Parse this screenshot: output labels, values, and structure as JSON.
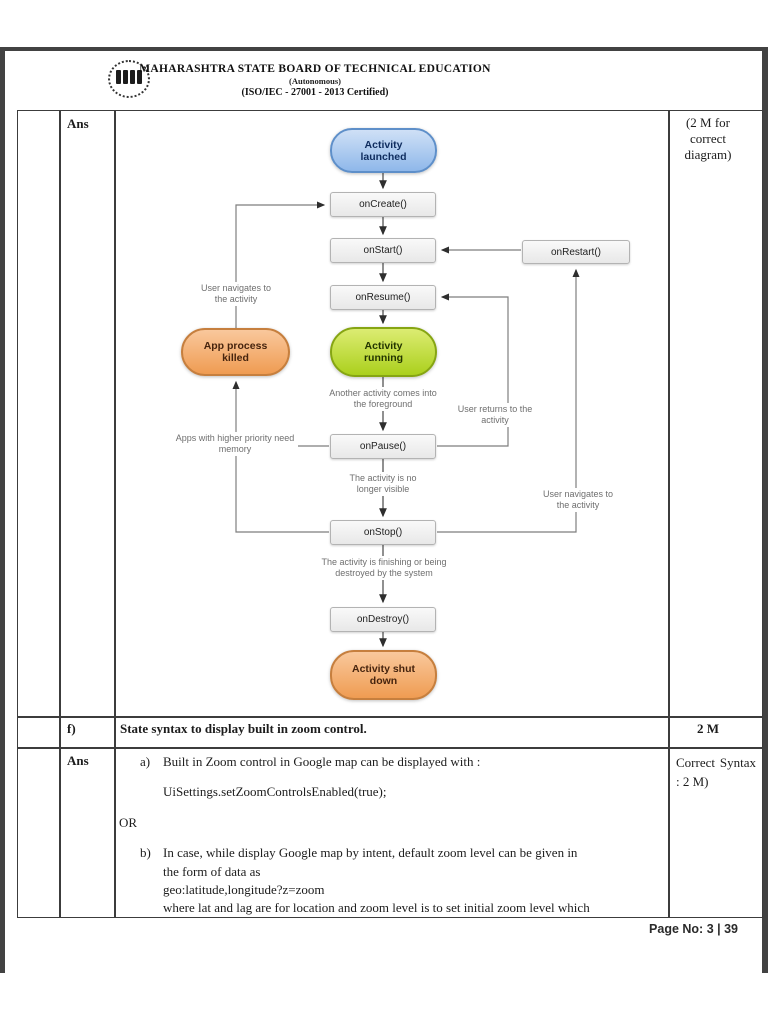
{
  "header": {
    "title": "MAHARASHTRA STATE BOARD OF TECHNICAL EDUCATION",
    "subtitle1": "(Autonomous)",
    "subtitle2": "(ISO/IEC - 27001 - 2013 Certified)"
  },
  "table": {
    "row_diagram": {
      "label": "Ans",
      "marks": "(2 M for correct diagram)"
    },
    "row_question": {
      "label": "f)",
      "text": "State syntax to display built in zoom control.",
      "marks": "2 M"
    },
    "row_answer": {
      "label": "Ans",
      "item_a_marker": "a)",
      "item_a_line1": "Built in Zoom control in Google map can be displayed with :",
      "item_a_code": "UiSettings.setZoomControlsEnabled(true);",
      "or_label": "OR",
      "item_b_marker": "b)",
      "item_b_line1": "In case, while display Google map by intent, default zoom level can be given in",
      "item_b_line2": "the form of data as",
      "item_b_line3": "geo:latitude,longitude?z=zoom",
      "item_b_line4": "where lat and lag are for location and zoom level is to set initial zoom level which",
      "marks": "Correct Syntax : 2 M)"
    }
  },
  "footer": {
    "page_label": "Page No: 3 | 39"
  },
  "diagram": {
    "nodes": {
      "activity_launched": "Activity launched",
      "on_create": "onCreate()",
      "on_start": "onStart()",
      "on_restart": "onRestart()",
      "on_resume": "onResume()",
      "activity_running": "Activity running",
      "app_process_killed": "App process killed",
      "on_pause": "onPause()",
      "on_stop": "onStop()",
      "on_destroy": "onDestroy()",
      "activity_shut_down": "Activity shut down"
    },
    "labels": {
      "user_navigates_left": "User navigates to the activity",
      "another_activity": "Another activity comes into the foreground",
      "user_returns": "User returns to the activity",
      "apps_priority": "Apps with higher priority need memory",
      "no_longer_visible": "The activity is no longer visible",
      "user_navigates_right": "User navigates to the activity",
      "finishing": "The activity is finishing or being destroyed by the system"
    },
    "colors": {
      "blue_node": "#8fb8ea",
      "green_node": "#abd01d",
      "orange_node": "#ef9c52",
      "gray_node": "#efefef"
    }
  }
}
